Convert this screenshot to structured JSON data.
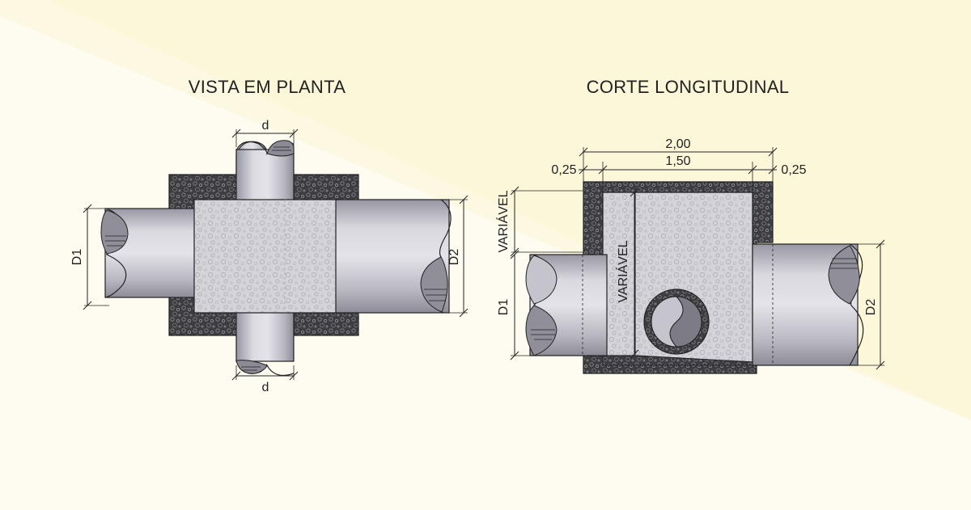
{
  "plan_view": {
    "title": "VISTA EM PLANTA",
    "label_d_top": "d",
    "label_d_bottom": "d",
    "label_D1": "D1",
    "label_D2": "D2"
  },
  "section_view": {
    "title": "CORTE LONGITUDINAL",
    "dim_total": "2,00",
    "dim_inner": "1,50",
    "dim_wall_left": "0,25",
    "dim_wall_right": "0,25",
    "label_variable_outer": "VARIÁVEL",
    "label_variable_inner": "VARIÁVEL",
    "label_D1": "D1",
    "label_D2": "D2"
  },
  "colors": {
    "background": "#fdf8e2",
    "background_light": "#fefcf1",
    "concrete_dark": "#3b3b3e",
    "concrete_fill": "#cfced4",
    "pipe_light": "#d8d7de",
    "pipe_dark": "#8f8e99",
    "line": "#222222"
  }
}
